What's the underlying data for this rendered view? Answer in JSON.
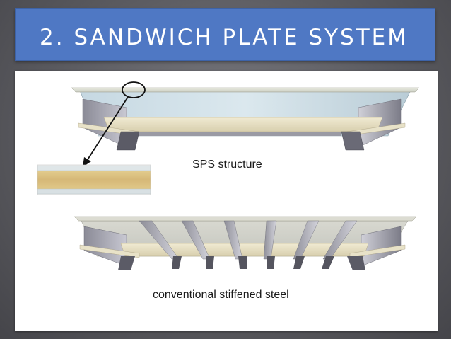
{
  "slide": {
    "title": "2. SANDWICH PLATE SYSTEM"
  },
  "diagram": {
    "sps_label": "SPS structure",
    "conventional_label": "conventional stiffened steel"
  }
}
